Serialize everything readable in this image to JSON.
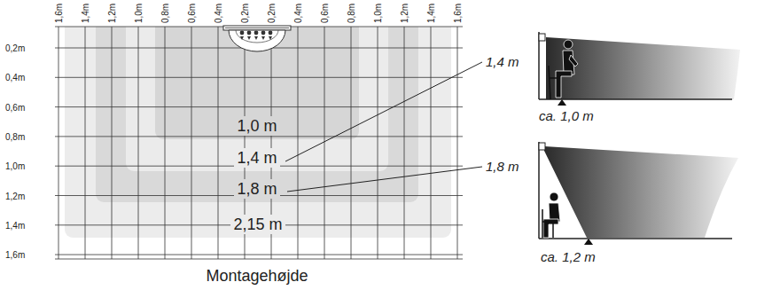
{
  "diagram": {
    "caption": "Montagehøjde",
    "nodes": [
      {
        "text": [
          "2,15 m"
        ]
      },
      {
        "text": [
          "1,8 m"
        ],
        "in": 0
      },
      {
        "text": [
          "1,4 m"
        ],
        "in": 1
      },
      {
        "text": [
          "1,0 m"
        ],
        "in": 2
      }
    ],
    "labels": [
      "1,6m",
      "1,4m",
      "1,2m",
      "1,0m",
      "0,8m",
      "0,6m",
      "0,4m",
      "0,2m",
      "0,2m",
      "0,4m",
      "0,6m",
      "0,8m",
      "1,0m",
      "1,2m",
      "1,4m",
      "1,6m",
      "0,2m",
      "0,4m",
      "0,6m",
      "0,8m",
      "1,0m",
      "1,2m",
      "1,4m",
      "1,6m",
      "1,4 m",
      "ca. 1,0 m",
      "1,8 m",
      "ca. 1,2 m"
    ]
  }
}
